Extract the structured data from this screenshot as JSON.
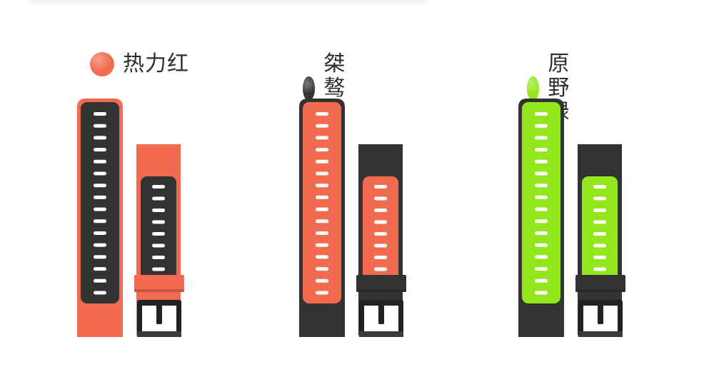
{
  "variants": [
    {
      "label": "热力红",
      "dot_color": "#f26a4f",
      "outer_color": "#f26a4f",
      "inner_color": "#333333"
    },
    {
      "label": "桀骜黑",
      "dot_color": "#333333",
      "outer_color": "#333333",
      "inner_color": "#f26a4f"
    },
    {
      "label": "原野绿",
      "dot_color": "#93e61c",
      "outer_color": "#333333",
      "inner_color": "#93e61c"
    }
  ],
  "colors": {
    "hole": "#ffffff",
    "buckle": "#222222",
    "loop_dark": "#333333"
  }
}
